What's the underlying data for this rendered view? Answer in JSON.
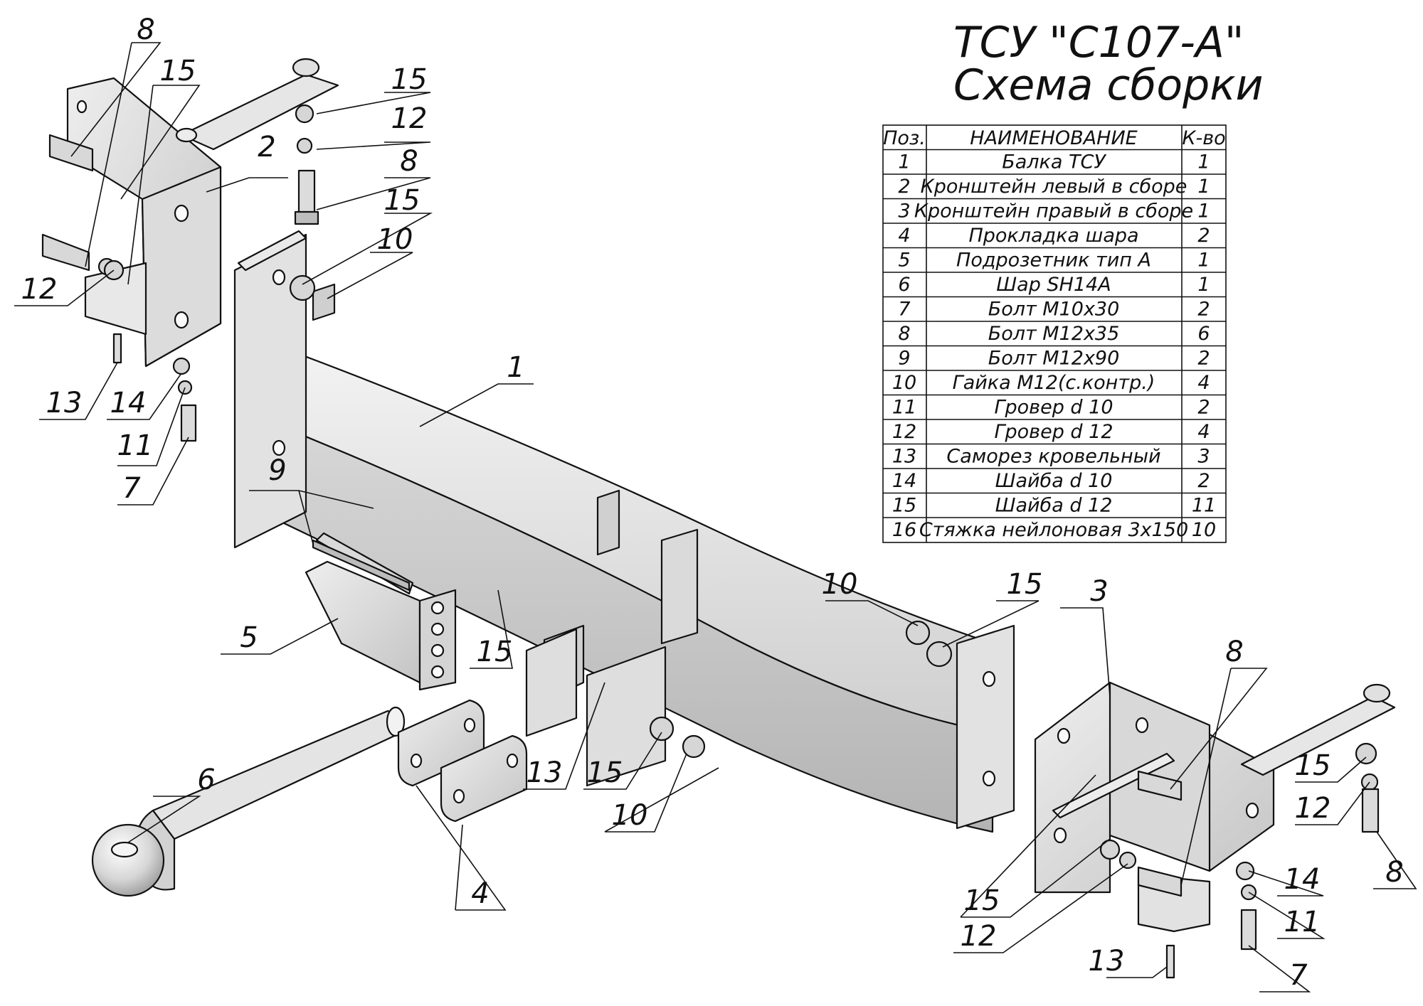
{
  "title": {
    "line1": "ТСУ \"С107-А\"",
    "line2": "Схема сборки"
  },
  "table": {
    "headers": [
      "Поз.",
      "НАИМЕНОВАНИЕ",
      "К-во"
    ],
    "rows": [
      [
        "1",
        "Балка ТСУ",
        "1"
      ],
      [
        "2",
        "Кронштейн левый в сборе",
        "1"
      ],
      [
        "3",
        "Кронштейн правый в сборе",
        "1"
      ],
      [
        "4",
        "Прокладка шара",
        "2"
      ],
      [
        "5",
        "Подрозетник тип А",
        "1"
      ],
      [
        "6",
        "Шар SH14A",
        "1"
      ],
      [
        "7",
        "Болт М10х30",
        "2"
      ],
      [
        "8",
        "Болт М12х35",
        "6"
      ],
      [
        "9",
        "Болт М12х90",
        "2"
      ],
      [
        "10",
        "Гайка М12(с.контр.)",
        "4"
      ],
      [
        "11",
        "Гровер d 10",
        "2"
      ],
      [
        "12",
        "Гровер d 12",
        "4"
      ],
      [
        "13",
        "Саморез кровельный",
        "3"
      ],
      [
        "14",
        "Шайба d 10",
        "2"
      ],
      [
        "15",
        "Шайба d 12",
        "11"
      ],
      [
        "16",
        "Стяжка нейлоновая 3х150",
        "10"
      ]
    ]
  },
  "callouts": [
    "8",
    "15",
    "15",
    "12",
    "8",
    "2",
    "15",
    "10",
    "12",
    "13",
    "14",
    "11",
    "7",
    "1",
    "9",
    "5",
    "15",
    "6",
    "4",
    "13",
    "15",
    "10",
    "10",
    "15",
    "3",
    "8",
    "15",
    "12",
    "8",
    "15",
    "12",
    "14",
    "11",
    "13",
    "7"
  ]
}
